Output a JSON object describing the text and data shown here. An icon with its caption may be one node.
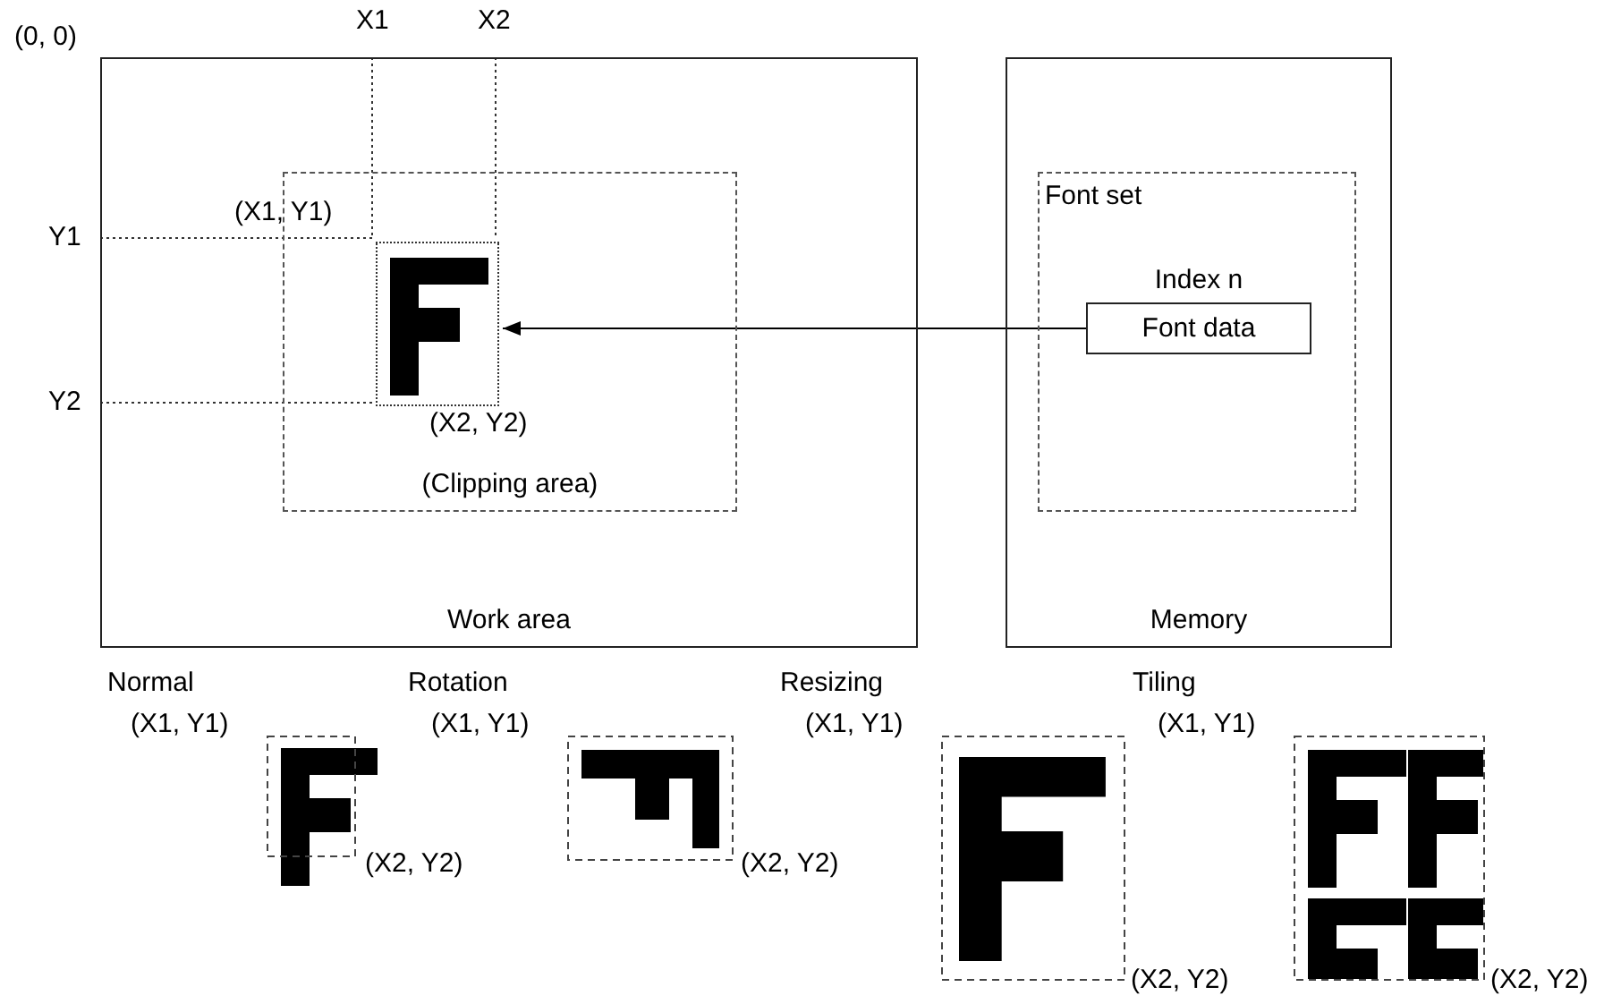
{
  "diagram": {
    "nodes": [
      {
        "text": [
          "Work area"
        ]
      },
      {
        "text": [
          "(Clipping area)"
        ],
        "in": 0
      },
      {
        "text": [],
        "shape": "box",
        "in": 1
      },
      {
        "text": [
          "Memory"
        ]
      },
      {
        "text": [
          "Font set"
        ],
        "in": 3
      },
      {
        "text": [
          "Font data"
        ],
        "in": 4,
        "beside": [
          "Index n"
        ]
      }
    ],
    "edges": [
      {
        "from": 5,
        "to": 2,
        "arrow": "to"
      }
    ],
    "labels": [
      "(0, 0)",
      "X1",
      "X2",
      "Y1",
      "(X1, Y1)",
      "Y2",
      "(X2, Y2)",
      "Normal",
      "Rotation",
      "Resizing",
      "Tiling",
      "(X1, Y1)",
      "(X1, Y1)",
      "(X1, Y1)",
      "(X1, Y1)",
      "(X2, Y2)",
      "(X2, Y2)",
      "(X2, Y2)",
      "(X2, Y2)"
    ]
  }
}
